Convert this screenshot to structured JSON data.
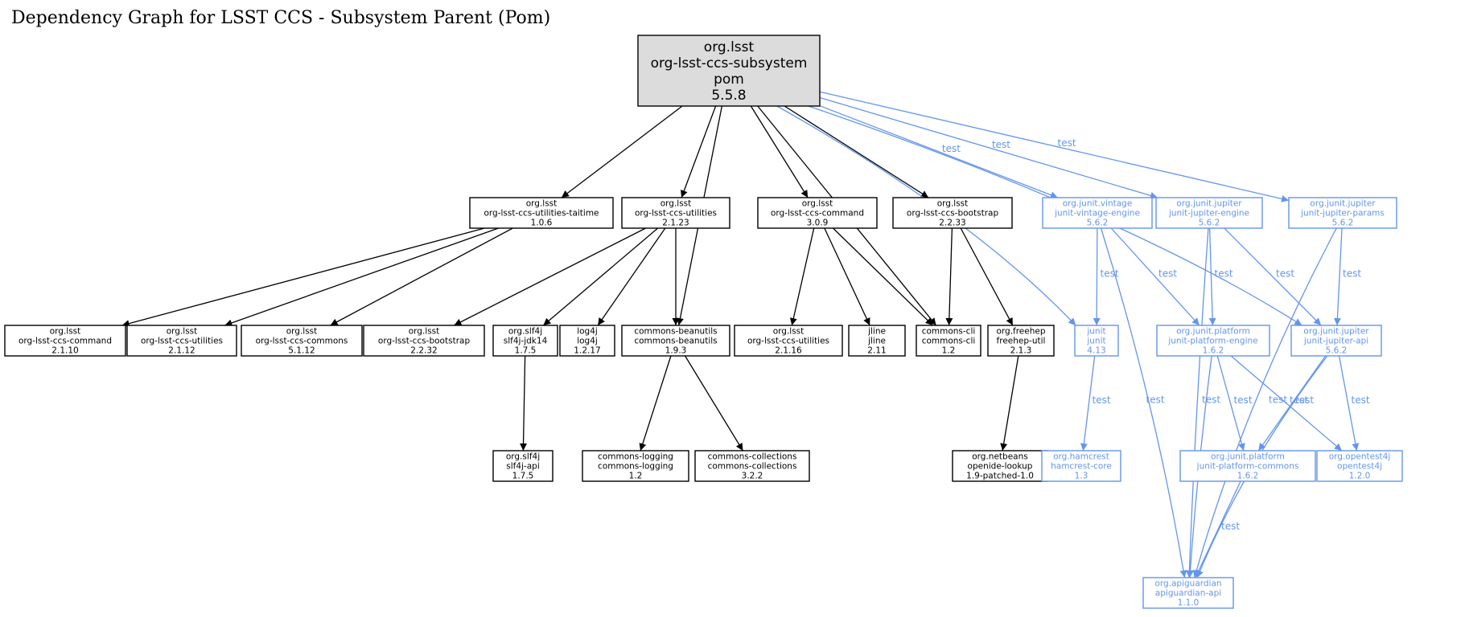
{
  "title": "Dependency Graph for LSST CCS - Subsystem Parent (Pom)",
  "colors": {
    "compile": "#000000",
    "test": "#6495ed",
    "root_fill": "#dcdcdc"
  },
  "nodes": [
    {
      "id": "root",
      "lines": [
        "org.lsst",
        "org-lsst-ccs-subsystem",
        "pom",
        "5.5.8"
      ],
      "kind": "root"
    },
    {
      "id": "taitime",
      "lines": [
        "org.lsst",
        "org-lsst-ccs-utilities-taitime",
        "1.0.6"
      ],
      "kind": "compile"
    },
    {
      "id": "utilities2123",
      "lines": [
        "org.lsst",
        "org-lsst-ccs-utilities",
        "2.1.23"
      ],
      "kind": "compile"
    },
    {
      "id": "command309",
      "lines": [
        "org.lsst",
        "org-lsst-ccs-command",
        "3.0.9"
      ],
      "kind": "compile"
    },
    {
      "id": "bootstrap2233",
      "lines": [
        "org.lsst",
        "org-lsst-ccs-bootstrap",
        "2.2.33"
      ],
      "kind": "compile"
    },
    {
      "id": "vintage",
      "lines": [
        "org.junit.vintage",
        "junit-vintage-engine",
        "5.6.2"
      ],
      "kind": "test"
    },
    {
      "id": "jupiterEngine",
      "lines": [
        "org.junit.jupiter",
        "junit-jupiter-engine",
        "5.6.2"
      ],
      "kind": "test"
    },
    {
      "id": "jupiterParams",
      "lines": [
        "org.junit.jupiter",
        "junit-jupiter-params",
        "5.6.2"
      ],
      "kind": "test"
    },
    {
      "id": "command2110",
      "lines": [
        "org.lsst",
        "org-lsst-ccs-command",
        "2.1.10"
      ],
      "kind": "compile"
    },
    {
      "id": "utilities2112",
      "lines": [
        "org.lsst",
        "org-lsst-ccs-utilities",
        "2.1.12"
      ],
      "kind": "compile"
    },
    {
      "id": "commons5112",
      "lines": [
        "org.lsst",
        "org-lsst-ccs-commons",
        "5.1.12"
      ],
      "kind": "compile"
    },
    {
      "id": "bootstrap2232",
      "lines": [
        "org.lsst",
        "org-lsst-ccs-bootstrap",
        "2.2.32"
      ],
      "kind": "compile"
    },
    {
      "id": "slf4jJdk",
      "lines": [
        "org.slf4j",
        "slf4j-jdk14",
        "1.7.5"
      ],
      "kind": "compile"
    },
    {
      "id": "log4j",
      "lines": [
        "log4j",
        "log4j",
        "1.2.17"
      ],
      "kind": "compile"
    },
    {
      "id": "beanutils",
      "lines": [
        "commons-beanutils",
        "commons-beanutils",
        "1.9.3"
      ],
      "kind": "compile"
    },
    {
      "id": "utilities2116",
      "lines": [
        "org.lsst",
        "org-lsst-ccs-utilities",
        "2.1.16"
      ],
      "kind": "compile"
    },
    {
      "id": "jline",
      "lines": [
        "jline",
        "jline",
        "2.11"
      ],
      "kind": "compile"
    },
    {
      "id": "commonsCli",
      "lines": [
        "commons-cli",
        "commons-cli",
        "1.2"
      ],
      "kind": "compile"
    },
    {
      "id": "freehep",
      "lines": [
        "org.freehep",
        "freehep-util",
        "2.1.3"
      ],
      "kind": "compile"
    },
    {
      "id": "junit",
      "lines": [
        "junit",
        "junit",
        "4.13"
      ],
      "kind": "test"
    },
    {
      "id": "platformEngine",
      "lines": [
        "org.junit.platform",
        "junit-platform-engine",
        "1.6.2"
      ],
      "kind": "test"
    },
    {
      "id": "jupiterApi",
      "lines": [
        "org.junit.jupiter",
        "junit-jupiter-api",
        "5.6.2"
      ],
      "kind": "test"
    },
    {
      "id": "slf4jApi",
      "lines": [
        "org.slf4j",
        "slf4j-api",
        "1.7.5"
      ],
      "kind": "compile"
    },
    {
      "id": "commonsLogging",
      "lines": [
        "commons-logging",
        "commons-logging",
        "1.2"
      ],
      "kind": "compile"
    },
    {
      "id": "commonsCollections",
      "lines": [
        "commons-collections",
        "commons-collections",
        "3.2.2"
      ],
      "kind": "compile"
    },
    {
      "id": "openide",
      "lines": [
        "org.netbeans",
        "openide-lookup",
        "1.9-patched-1.0"
      ],
      "kind": "compile"
    },
    {
      "id": "hamcrest",
      "lines": [
        "org.hamcrest",
        "hamcrest-core",
        "1.3"
      ],
      "kind": "test"
    },
    {
      "id": "platformCommons",
      "lines": [
        "org.junit.platform",
        "junit-platform-commons",
        "1.6.2"
      ],
      "kind": "test"
    },
    {
      "id": "opentest4j",
      "lines": [
        "org.opentest4j",
        "opentest4j",
        "1.2.0"
      ],
      "kind": "test"
    },
    {
      "id": "apiguardian",
      "lines": [
        "org.apiguardian",
        "apiguardian-api",
        "1.1.0"
      ],
      "kind": "test"
    }
  ],
  "edges": [
    {
      "from": "root",
      "to": "taitime"
    },
    {
      "from": "root",
      "to": "utilities2123"
    },
    {
      "from": "root",
      "to": "beanutils"
    },
    {
      "from": "root",
      "to": "command309"
    },
    {
      "from": "root",
      "to": "commonsCli"
    },
    {
      "from": "root",
      "to": "bootstrap2233"
    },
    {
      "from": "root",
      "to": "junit",
      "label": "test"
    },
    {
      "from": "root",
      "to": "vintage",
      "label": "test"
    },
    {
      "from": "root",
      "to": "jupiterEngine",
      "label": "test"
    },
    {
      "from": "root",
      "to": "jupiterApi",
      "label": "test"
    },
    {
      "from": "root",
      "to": "jupiterParams",
      "label": "test"
    },
    {
      "from": "taitime",
      "to": "command2110"
    },
    {
      "from": "taitime",
      "to": "utilities2112"
    },
    {
      "from": "taitime",
      "to": "commons5112"
    },
    {
      "from": "utilities2123",
      "to": "bootstrap2232"
    },
    {
      "from": "utilities2123",
      "to": "slf4jJdk"
    },
    {
      "from": "utilities2123",
      "to": "log4j"
    },
    {
      "from": "utilities2123",
      "to": "beanutils"
    },
    {
      "from": "command309",
      "to": "utilities2116"
    },
    {
      "from": "command309",
      "to": "jline"
    },
    {
      "from": "command309",
      "to": "commonsCli"
    },
    {
      "from": "bootstrap2233",
      "to": "commonsCli"
    },
    {
      "from": "bootstrap2233",
      "to": "freehep"
    },
    {
      "from": "slf4jJdk",
      "to": "slf4jApi"
    },
    {
      "from": "beanutils",
      "to": "commonsLogging"
    },
    {
      "from": "beanutils",
      "to": "commonsCollections"
    },
    {
      "from": "freehep",
      "to": "openide"
    },
    {
      "from": "vintage",
      "to": "junit",
      "label": "test"
    },
    {
      "from": "vintage",
      "to": "platformEngine",
      "label": "test"
    },
    {
      "from": "vintage",
      "to": "apiguardian",
      "label": "test"
    },
    {
      "from": "jupiterEngine",
      "to": "platformEngine",
      "label": "test"
    },
    {
      "from": "jupiterEngine",
      "to": "jupiterApi",
      "label": "test"
    },
    {
      "from": "jupiterEngine",
      "to": "apiguardian",
      "label": "test"
    },
    {
      "from": "jupiterParams",
      "to": "jupiterApi",
      "label": "test"
    },
    {
      "from": "jupiterParams",
      "to": "apiguardian",
      "label": "test"
    },
    {
      "from": "junit",
      "to": "hamcrest",
      "label": "test"
    },
    {
      "from": "platformEngine",
      "to": "platformCommons",
      "label": "test"
    },
    {
      "from": "platformEngine",
      "to": "opentest4j",
      "label": "test"
    },
    {
      "from": "platformEngine",
      "to": "apiguardian",
      "label": "test"
    },
    {
      "from": "jupiterApi",
      "to": "platformCommons",
      "label": "test"
    },
    {
      "from": "jupiterApi",
      "to": "opentest4j",
      "label": "test"
    },
    {
      "from": "jupiterApi",
      "to": "apiguardian",
      "label": "test"
    },
    {
      "from": "platformCommons",
      "to": "apiguardian",
      "label": "test"
    }
  ]
}
